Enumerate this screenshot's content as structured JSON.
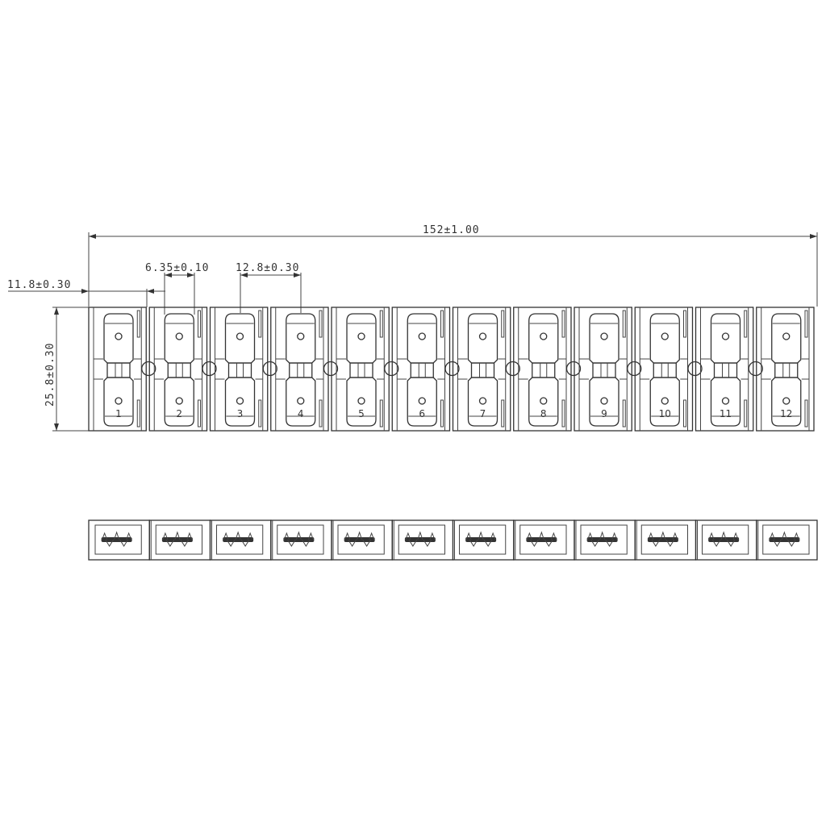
{
  "dimensions": {
    "overall_length": "152±1.00",
    "terminal_width": "6.35±0.10",
    "pitch": "12.8±0.30",
    "edge_offset": "11.8±0.30",
    "height": "25.8±0.30"
  },
  "pins": [
    "1",
    "2",
    "3",
    "4",
    "5",
    "6",
    "7",
    "8",
    "9",
    "10",
    "11",
    "12"
  ],
  "colors": {
    "line": "#333333",
    "background": "#ffffff"
  }
}
